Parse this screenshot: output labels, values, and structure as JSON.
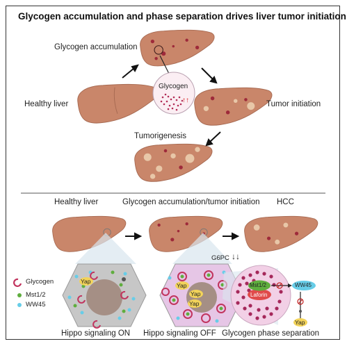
{
  "title": "Glycogen accumulation and phase separation drives liver tumor initiation",
  "top_panel": {
    "glycogen_accumulation": "Glycogen accumulation",
    "healthy_liver": "Healthy liver",
    "tumor_initiation": "Tumor initiation",
    "tumorigenesis": "Tumorigenesis",
    "glycogen_bubble": "Glycogen",
    "up_arrows": "↑↑"
  },
  "bottom_panel": {
    "stages": [
      "Healthy liver",
      "Glycogen accumulation/tumor initiation",
      "HCC"
    ],
    "g6pc": "G6PC",
    "down_arrows": "↓↓",
    "legend": [
      "Glycogen",
      "Mst1/2",
      "WW45"
    ],
    "captions": [
      "Hippo signaling ON",
      "Hippo signaling OFF",
      "Glycogen phase separation"
    ],
    "yap": "Yap",
    "mst": "Mst1/2",
    "ww45": "WW45",
    "laforin": "Laforin"
  },
  "colors": {
    "liver": "#c9866a",
    "lesion": "#9e2a3a",
    "tumor": "#e8c7a8",
    "cell": "#c9c9c9",
    "glycogen_cell": "#e6c6e6",
    "yap": "#f2d35a",
    "mst": "#5fae3e",
    "ww45": "#67cde8",
    "laforin": "#e04a4a",
    "glycogen": "#c1345e"
  }
}
